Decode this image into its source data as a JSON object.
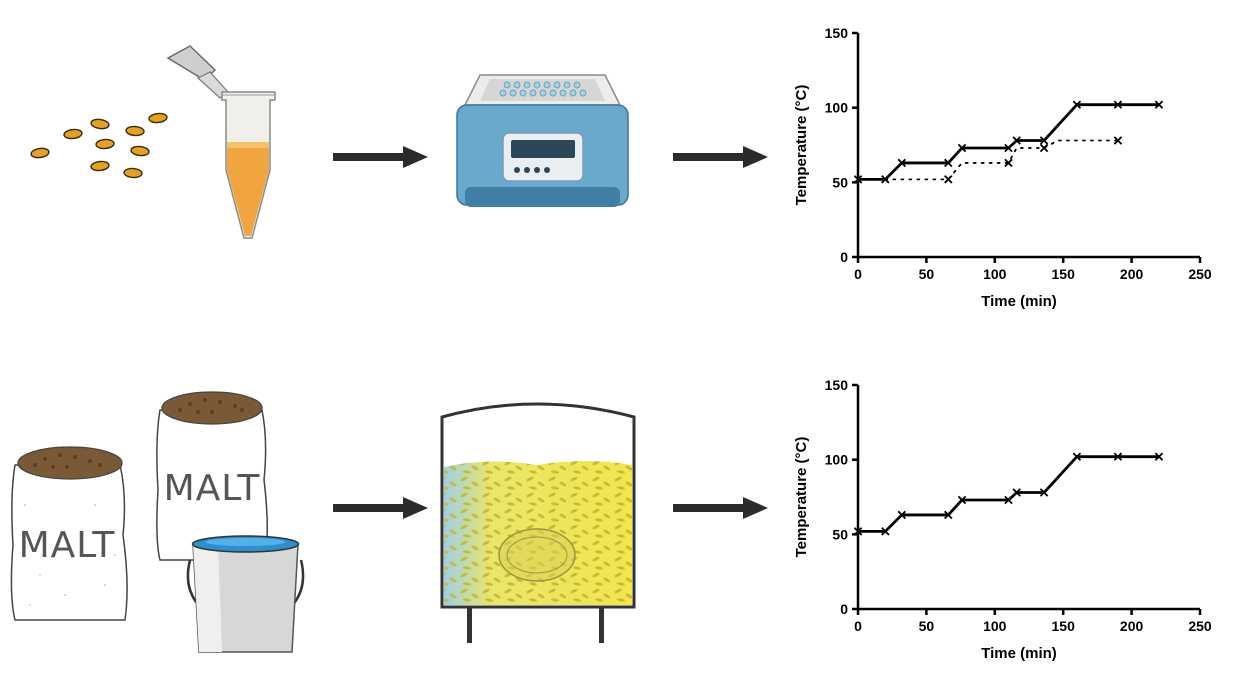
{
  "malt_labels": [
    "MALT",
    "MALT"
  ],
  "charts": [
    {
      "id": "top",
      "chart_data": {
        "type": "line",
        "xlabel": "Time (min)",
        "ylabel": "Temperature (°C)",
        "xlim": [
          0,
          250
        ],
        "ylim": [
          0,
          150
        ],
        "xticks": [
          0,
          50,
          100,
          150,
          200,
          250
        ],
        "yticks": [
          0,
          50,
          100,
          150
        ],
        "grid": false,
        "series": [
          {
            "style": "solid",
            "points": [
              [
                0,
                52
              ],
              [
                20,
                52
              ],
              [
                32,
                63
              ],
              [
                66,
                63
              ],
              [
                76,
                73
              ],
              [
                110,
                73
              ],
              [
                116,
                78
              ],
              [
                136,
                78
              ],
              [
                160,
                102
              ],
              [
                190,
                102
              ],
              [
                220,
                102
              ]
            ],
            "markers": [
              [
                0,
                52
              ],
              [
                20,
                52
              ],
              [
                32,
                63
              ],
              [
                66,
                63
              ],
              [
                76,
                73
              ],
              [
                110,
                73
              ],
              [
                116,
                78
              ],
              [
                136,
                78
              ],
              [
                160,
                102
              ],
              [
                190,
                102
              ],
              [
                220,
                102
              ]
            ]
          },
          {
            "style": "dotted",
            "points": [
              [
                20,
                52
              ],
              [
                66,
                52
              ],
              [
                76,
                63
              ],
              [
                110,
                63
              ],
              [
                116,
                73
              ],
              [
                136,
                73
              ],
              [
                146,
                78
              ],
              [
                190,
                78
              ]
            ],
            "markers": [
              [
                66,
                52
              ],
              [
                110,
                63
              ],
              [
                136,
                73
              ],
              [
                190,
                78
              ]
            ]
          }
        ]
      }
    },
    {
      "id": "bottom",
      "chart_data": {
        "type": "line",
        "xlabel": "Time (min)",
        "ylabel": "Temperature (°C)",
        "xlim": [
          0,
          250
        ],
        "ylim": [
          0,
          150
        ],
        "xticks": [
          0,
          50,
          100,
          150,
          200,
          250
        ],
        "yticks": [
          0,
          50,
          100,
          150
        ],
        "grid": false,
        "series": [
          {
            "style": "solid",
            "points": [
              [
                0,
                52
              ],
              [
                20,
                52
              ],
              [
                32,
                63
              ],
              [
                66,
                63
              ],
              [
                76,
                73
              ],
              [
                110,
                73
              ],
              [
                116,
                78
              ],
              [
                136,
                78
              ],
              [
                160,
                102
              ],
              [
                190,
                102
              ],
              [
                220,
                102
              ]
            ],
            "markers": [
              [
                0,
                52
              ],
              [
                20,
                52
              ],
              [
                32,
                63
              ],
              [
                66,
                63
              ],
              [
                76,
                73
              ],
              [
                110,
                73
              ],
              [
                116,
                78
              ],
              [
                136,
                78
              ],
              [
                160,
                102
              ],
              [
                190,
                102
              ],
              [
                220,
                102
              ]
            ]
          }
        ]
      }
    }
  ],
  "colors": {
    "grain": "#e3a126",
    "liquid": "#f0a540",
    "heater_blue": "#6aa9cc",
    "mash_yellow": "#f2e64c",
    "water_blue": "#2c8fd0",
    "arrow": "#2b2b2b"
  }
}
